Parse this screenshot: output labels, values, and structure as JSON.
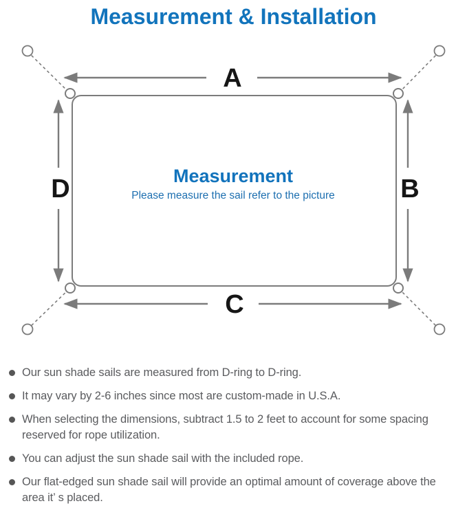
{
  "title": "Measurement & Installation",
  "diagram": {
    "dimension_labels": {
      "top": "A",
      "right": "B",
      "bottom": "C",
      "left": "D"
    },
    "center_title": "Measurement",
    "center_subtitle": "Please measure the sail refer to the picture"
  },
  "notes": [
    "Our sun shade sails are measured from D-ring to D-ring.",
    "It may vary by 2-6 inches since most are custom-made in U.S.A.",
    "When selecting the dimensions, subtract 1.5 to 2 feet to account for some spacing reserved for rope utilization.",
    "You can adjust the sun shade sail with the included rope.",
    "Our flat-edged sun shade sail will provide an optimal amount of coverage above the area it’ s placed."
  ],
  "colors": {
    "title-blue": "#1274bc",
    "center-blue": "#1273bc",
    "subtitle-blue": "#1d6fb0",
    "line-gray": "#7b7b7b",
    "label-black": "#161616",
    "note-gray": "#5a5b5e",
    "dot-gray": "#565656"
  }
}
